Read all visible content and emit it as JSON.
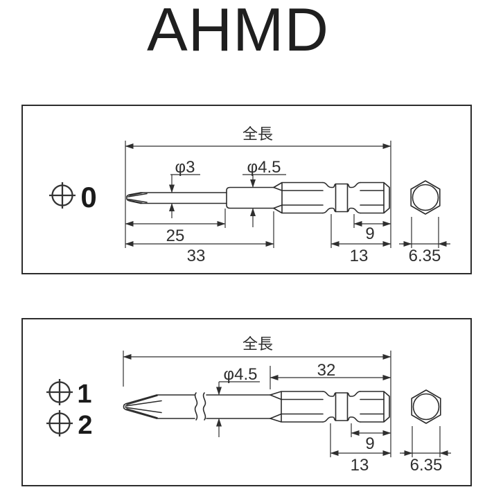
{
  "title": "AHMD",
  "colors": {
    "line": "#2a2a2a",
    "text": "#2e2e2e",
    "background": "#ffffff"
  },
  "panel1": {
    "bit_size_labels": [
      "0"
    ],
    "bit_size_icon": "phillips-circle-icon",
    "dims": {
      "overall_length": "全長",
      "tip_diameter": "φ3",
      "shaft_diameter": "φ4.5",
      "tip_length": "25",
      "shaft_length": "33",
      "hex_rear_length": "9",
      "hex_groove_length": "13",
      "hex_width": "6.35"
    }
  },
  "panel2": {
    "bit_size_labels": [
      "1",
      "2"
    ],
    "bit_size_icon": "phillips-circle-icon",
    "dims": {
      "overall_length": "全長",
      "shaft_diameter": "φ4.5",
      "hex_section_length": "32",
      "hex_rear_length": "9",
      "hex_groove_length": "13",
      "hex_width": "6.35"
    }
  }
}
